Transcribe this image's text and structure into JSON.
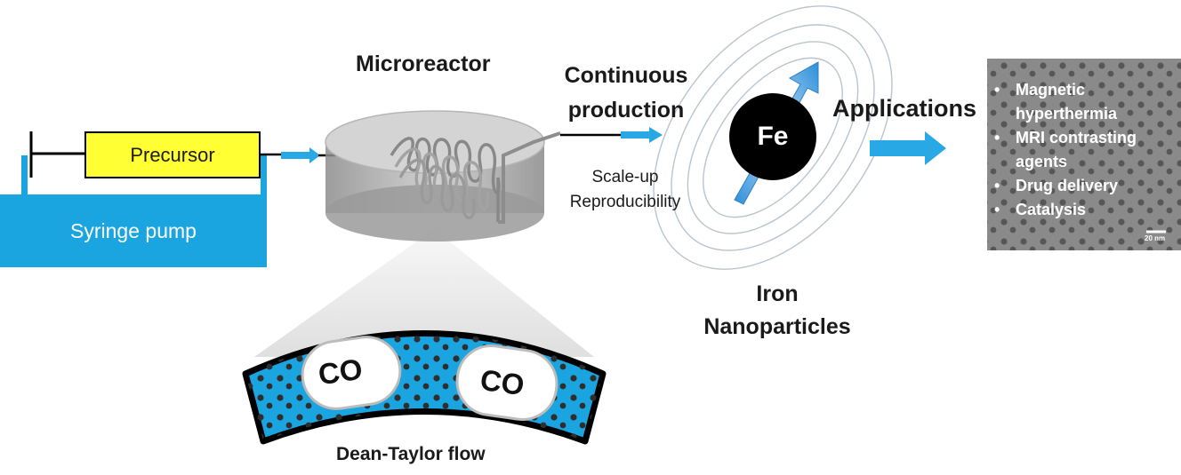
{
  "labels": {
    "microreactor": "Microreactor",
    "continuous_line1": "Continuous",
    "continuous_line2": "production",
    "scaleup_line1": "Scale-up",
    "scaleup_line2": "Reproducibility",
    "applications": "Applications",
    "iron_line1": "Iron",
    "iron_line2": "Nanoparticles",
    "dean_taylor": "Dean-Taylor flow",
    "precursor": "Precursor",
    "syringe_pump": "Syringe pump",
    "fe": "Fe",
    "co_1": "CO",
    "co_2": "CO",
    "scale_bar": "20 nm"
  },
  "applications_list": [
    {
      "bullet": "•",
      "text": "Magnetic hyperthermia"
    },
    {
      "bullet": "•",
      "text": "MRI contrasting agents"
    },
    {
      "bullet": "•",
      "text": "Drug delivery"
    },
    {
      "bullet": "•",
      "text": "Catalysis"
    }
  ],
  "colors": {
    "pump_blue": "#1aa4e0",
    "precursor_yellow": "#ffff33",
    "arrow_blue": "#29a8e6",
    "fe_black": "#000000",
    "tem_gray": "#8a8a8a"
  }
}
